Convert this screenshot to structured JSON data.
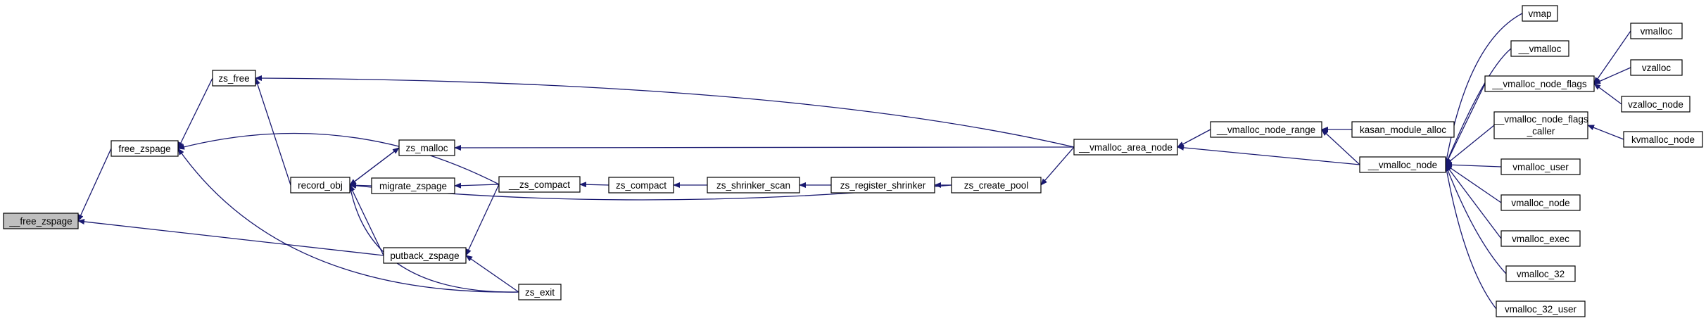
{
  "graph": {
    "edge_color": "#191970",
    "root_fill": "#bfbfbf",
    "nodes": [
      {
        "id": "free_zspage_root",
        "label": "__free_zspage",
        "root": true
      },
      {
        "id": "free_zspage",
        "label": "free_zspage"
      },
      {
        "id": "zs_free",
        "label": "zs_free"
      },
      {
        "id": "record_obj",
        "label": "record_obj"
      },
      {
        "id": "zs_malloc",
        "label": "zs_malloc"
      },
      {
        "id": "migrate_zspage",
        "label": "migrate_zspage"
      },
      {
        "id": "putback_zspage",
        "label": "putback_zspage"
      },
      {
        "id": "zs_exit",
        "label": "zs_exit"
      },
      {
        "id": "zs_compact_inner",
        "label": "__zs_compact"
      },
      {
        "id": "zs_compact",
        "label": "zs_compact"
      },
      {
        "id": "zs_shrinker_scan",
        "label": "zs_shrinker_scan"
      },
      {
        "id": "zs_register_shrinker",
        "label": "zs_register_shrinker"
      },
      {
        "id": "zs_create_pool",
        "label": "zs_create_pool"
      },
      {
        "id": "vmalloc_area_node",
        "label": "__vmalloc_area_node"
      },
      {
        "id": "vmalloc_node_range",
        "label": "__vmalloc_node_range"
      },
      {
        "id": "kasan_module_alloc",
        "label": "kasan_module_alloc"
      },
      {
        "id": "vmalloc_node_inner",
        "label": "__vmalloc_node"
      },
      {
        "id": "vmap",
        "label": "vmap"
      },
      {
        "id": "vmalloc_inner",
        "label": "__vmalloc"
      },
      {
        "id": "vmalloc_node_flags",
        "label": "__vmalloc_node_flags"
      },
      {
        "id": "vmalloc_node_flags_caller",
        "label": "__vmalloc_node_flags",
        "label2": "_caller"
      },
      {
        "id": "vmalloc",
        "label": "vmalloc"
      },
      {
        "id": "vzalloc",
        "label": "vzalloc"
      },
      {
        "id": "vzalloc_node",
        "label": "vzalloc_node"
      },
      {
        "id": "kvmalloc_node",
        "label": "kvmalloc_node"
      },
      {
        "id": "vmalloc_user",
        "label": "vmalloc_user"
      },
      {
        "id": "vmalloc_node",
        "label": "vmalloc_node"
      },
      {
        "id": "vmalloc_exec",
        "label": "vmalloc_exec"
      },
      {
        "id": "vmalloc_32",
        "label": "vmalloc_32"
      },
      {
        "id": "vmalloc_32_user",
        "label": "vmalloc_32_user"
      }
    ],
    "edges": [
      [
        "free_zspage",
        "free_zspage_root"
      ],
      [
        "putback_zspage",
        "free_zspage_root"
      ],
      [
        "zs_free",
        "free_zspage"
      ],
      [
        "zs_compact_inner",
        "free_zspage"
      ],
      [
        "zs_exit",
        "free_zspage"
      ],
      [
        "vmalloc_area_node",
        "zs_free"
      ],
      [
        "record_obj",
        "zs_free"
      ],
      [
        "zs_malloc",
        "record_obj"
      ],
      [
        "migrate_zspage",
        "record_obj"
      ],
      [
        "putback_zspage",
        "record_obj"
      ],
      [
        "zs_exit",
        "record_obj"
      ],
      [
        "zs_create_pool",
        "record_obj"
      ],
      [
        "vmalloc_area_node",
        "zs_malloc"
      ],
      [
        "record_obj",
        "zs_malloc"
      ],
      [
        "zs_compact_inner",
        "migrate_zspage"
      ],
      [
        "zs_compact_inner",
        "putback_zspage"
      ],
      [
        "zs_exit",
        "putback_zspage"
      ],
      [
        "zs_compact",
        "zs_compact_inner"
      ],
      [
        "zs_shrinker_scan",
        "zs_compact"
      ],
      [
        "zs_register_shrinker",
        "zs_shrinker_scan"
      ],
      [
        "zs_create_pool",
        "zs_register_shrinker"
      ],
      [
        "vmalloc_area_node",
        "zs_create_pool"
      ],
      [
        "vmalloc_node_range",
        "vmalloc_area_node"
      ],
      [
        "vmalloc_node_inner",
        "vmalloc_area_node"
      ],
      [
        "kasan_module_alloc",
        "vmalloc_node_range"
      ],
      [
        "vmalloc_node_inner",
        "vmalloc_node_range"
      ],
      [
        "vmap",
        "vmalloc_node_inner"
      ],
      [
        "vmalloc_inner",
        "vmalloc_node_inner"
      ],
      [
        "vmalloc_node_flags",
        "vmalloc_node_inner"
      ],
      [
        "vmalloc_node_flags_caller",
        "vmalloc_node_inner"
      ],
      [
        "vmalloc_user",
        "vmalloc_node_inner"
      ],
      [
        "vmalloc_node",
        "vmalloc_node_inner"
      ],
      [
        "vmalloc_exec",
        "vmalloc_node_inner"
      ],
      [
        "vmalloc_32",
        "vmalloc_node_inner"
      ],
      [
        "vmalloc_32_user",
        "vmalloc_node_inner"
      ],
      [
        "vmalloc",
        "vmalloc_node_flags"
      ],
      [
        "vzalloc",
        "vmalloc_node_flags"
      ],
      [
        "vzalloc_node",
        "vmalloc_node_flags"
      ],
      [
        "kvmalloc_node",
        "vmalloc_node_flags_caller"
      ]
    ]
  }
}
